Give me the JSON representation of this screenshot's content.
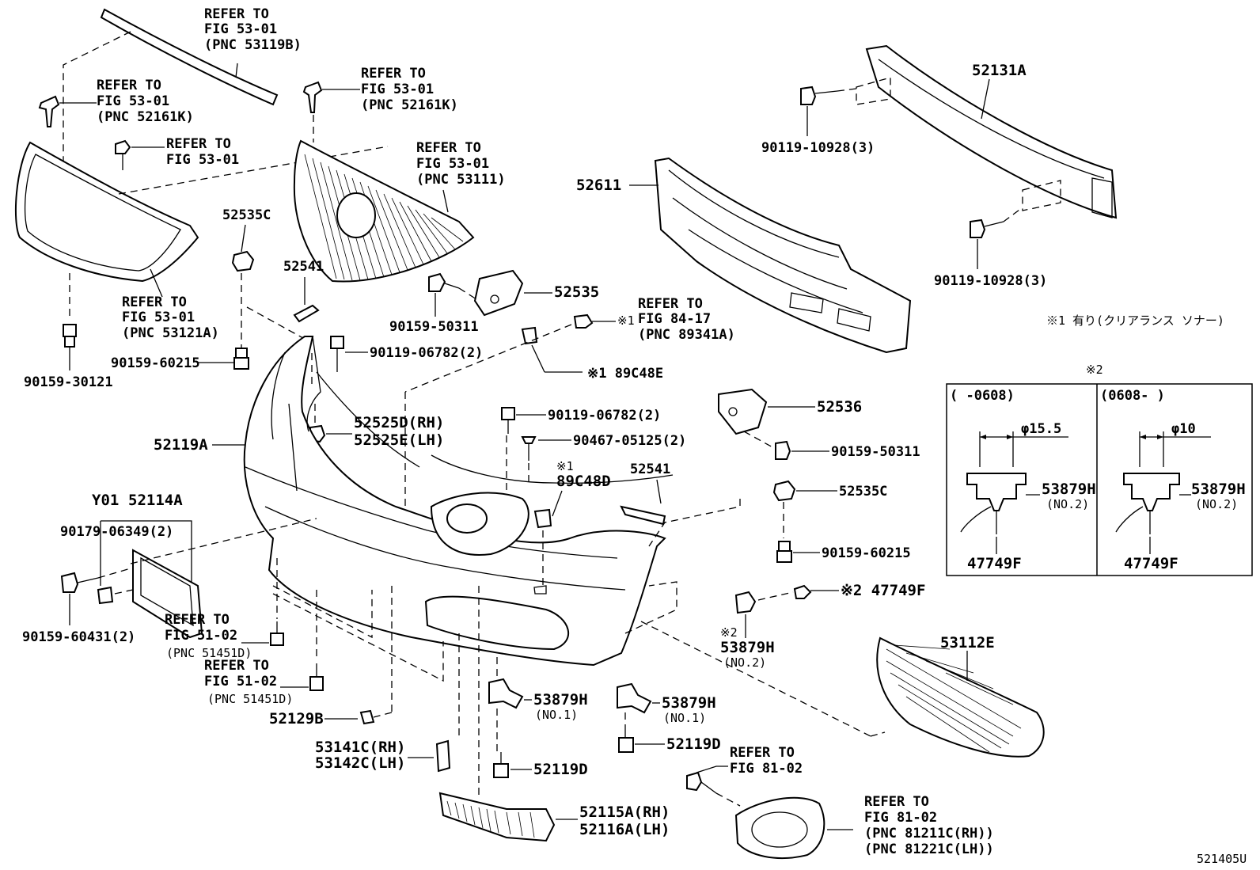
{
  "labels": {
    "refer_top": [
      "REFER TO",
      "FIG 53-01",
      "(PNC 53119B)"
    ],
    "refer_grille_clip_left": [
      "REFER TO",
      "FIG 53-01",
      "(PNC 52161K)"
    ],
    "refer_screw_left": [
      "REFER TO",
      "FIG 53-01"
    ],
    "refer_grille_clip_mid": [
      "REFER TO",
      "FIG 53-01",
      "(PNC 52161K)"
    ],
    "refer_grille_mid": [
      "REFER TO",
      "FIG 53-01",
      "(PNC 53111)"
    ],
    "refer_grille_left": [
      "REFER TO",
      "FIG 53-01",
      "(PNC 53121A)"
    ],
    "refer_sensor": [
      "REFER TO",
      "FIG 84-17",
      "(PNC 89341A)"
    ],
    "refer_bolt_51_a": [
      "REFER TO",
      "FIG 51-02",
      "(PNC 51451D)"
    ],
    "refer_bolt_51_b": [
      "REFER TO",
      "FIG 51-02",
      "(PNC 51451D)"
    ],
    "refer_fog_screw": [
      "REFER TO",
      "FIG 81-02"
    ],
    "refer_fog_lamp": [
      "REFER TO",
      "FIG 81-02",
      "(PNC 81211C(RH))",
      "(PNC 81221C(LH))"
    ],
    "p_52131A": "52131A",
    "p_90119_10928_a": "90119-10928(3)",
    "p_90119_10928_b": "90119-10928(3)",
    "p_52611": "52611",
    "p_52535C_a": "52535C",
    "p_52541_a": "52541",
    "p_52535": "52535",
    "p_90159_50311_a": "90159-50311",
    "p_sensor_mark_a": "※1",
    "p_89C48E": "※1 89C48E",
    "p_90159_60215_a": "90159-60215",
    "p_90119_06782_a": "90119-06782(2)",
    "p_52525D": "52525D(RH)",
    "p_52525E": "52525E(LH)",
    "p_52119A": "52119A",
    "p_90159_30121": "90159-30121",
    "p_90119_06782_b": "90119-06782(2)",
    "p_90467_05125": "90467-05125(2)",
    "p_89C48D_mark": "※1",
    "p_89C48D": "89C48D",
    "p_52541_b": "52541",
    "p_52536": "52536",
    "p_90159_50311_b": "90159-50311",
    "p_52535C_b": "52535C",
    "p_90159_60215_b": "90159-60215",
    "p_Y01": "Y01",
    "p_52114A": "52114A",
    "p_90179_06349": "90179-06349(2)",
    "p_90159_60431": "90159-60431(2)",
    "p_47749F_main": "※2 47749F",
    "p_53879H_mark": "※2",
    "p_53879H_no2": "53879H",
    "p_no2": "(NO.2)",
    "p_53112E": "53112E",
    "p_53879H_a": "53879H",
    "p_no1_a": "(NO.1)",
    "p_53879H_b": "53879H",
    "p_no1_b": "(NO.1)",
    "p_52119D_a": "52119D",
    "p_52119D_b": "52119D",
    "p_52129B": "52129B",
    "p_53141C": "53141C(RH)",
    "p_53142C": "53142C(LH)",
    "p_52115A": "52115A(RH)",
    "p_52116A": "52116A(LH)",
    "note_1": "※1 有り(クリアランス ソナー)",
    "inset_title": "※2",
    "inset_left_range": "(     -0608)",
    "inset_right_range": "(0608-     )",
    "inset_left_dim": "φ15.5",
    "inset_right_dim": "φ10",
    "inset_left_part": "53879H",
    "inset_left_no": "(NO.2)",
    "inset_right_part": "53879H",
    "inset_right_no": "(NO.2)",
    "inset_left_clip": "47749F",
    "inset_right_clip": "47749F",
    "figure_id": "521405U"
  }
}
